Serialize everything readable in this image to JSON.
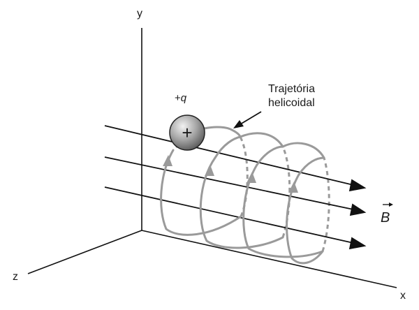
{
  "axes": {
    "y_label": "y",
    "x_label": "x",
    "z_label": "z"
  },
  "charge": {
    "label_sign": "+",
    "label_letter": "q",
    "symbol": "+"
  },
  "callout": {
    "line1": "Trajetória",
    "line2": "helicoidal"
  },
  "field": {
    "label": "B"
  },
  "colors": {
    "helix": "#9a9a9a",
    "lines": "#111111",
    "charge_fill": "#8c8c8c"
  }
}
